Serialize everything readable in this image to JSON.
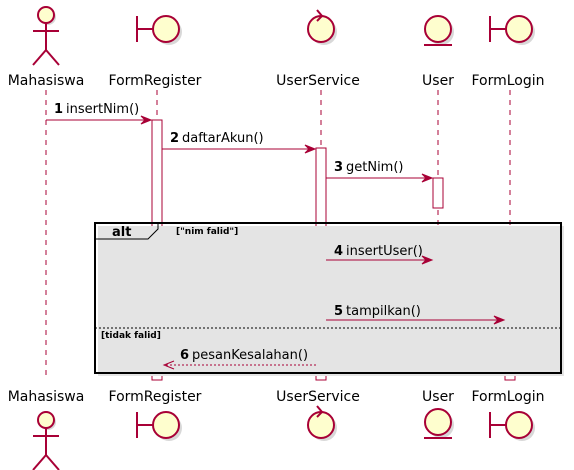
{
  "colors": {
    "line": "#A80036",
    "fill": "#FEFECE",
    "activation": "#FFFFFF",
    "text": "#000000"
  },
  "participants": [
    {
      "id": "mahasiswa",
      "label": "Mahasiswa",
      "kind": "actor-icon"
    },
    {
      "id": "formregister",
      "label": "FormRegister",
      "kind": "boundary-icon"
    },
    {
      "id": "userservice",
      "label": "UserService",
      "kind": "control-icon"
    },
    {
      "id": "user",
      "label": "User",
      "kind": "entity-icon"
    },
    {
      "id": "formlogin",
      "label": "FormLogin",
      "kind": "boundary-icon"
    }
  ],
  "messages": [
    {
      "num": "1",
      "label": "insertNim()"
    },
    {
      "num": "2",
      "label": "daftarAkun()"
    },
    {
      "num": "3",
      "label": "getNim()"
    },
    {
      "num": "4",
      "label": "insertUser()"
    },
    {
      "num": "5",
      "label": "tampilkan()"
    },
    {
      "num": "6",
      "label": "pesanKesalahan()"
    }
  ],
  "alt": {
    "keyword": "alt",
    "guard1": "[\"nim falid\"]",
    "guard2": "[tidak falid]"
  }
}
